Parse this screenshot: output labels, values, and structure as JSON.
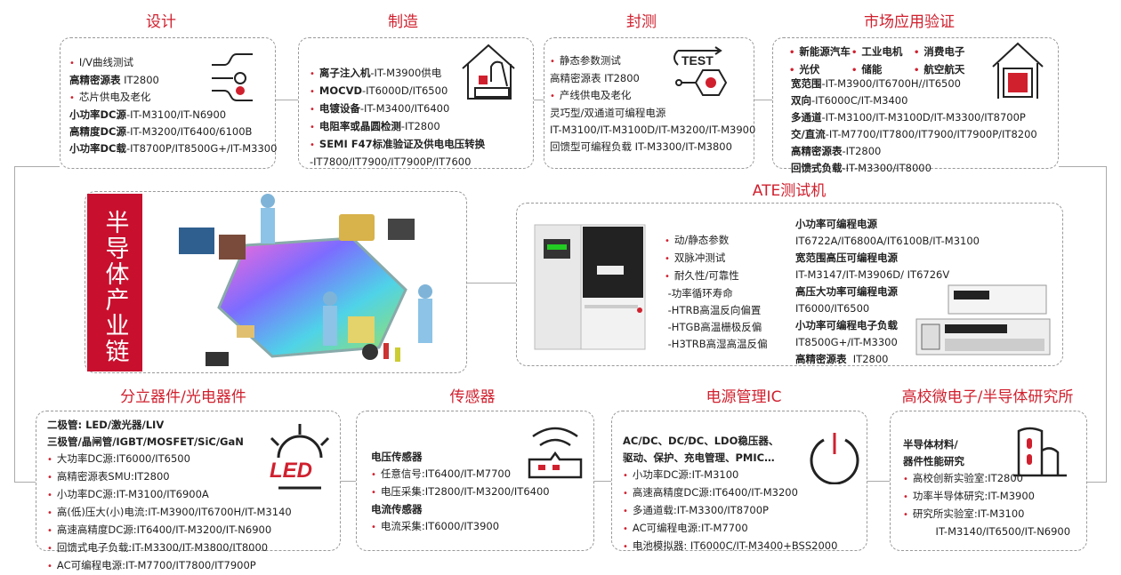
{
  "colors": {
    "accent": "#d0202e",
    "border": "#999999"
  },
  "side_label": "半导体产业链",
  "sections": {
    "design": {
      "title": "设计",
      "icon": "signal-lines-icon",
      "lines": [
        {
          "bullet": true,
          "t": "I/V曲线测试"
        },
        {
          "b": "高精密源表",
          "t": " IT2800"
        },
        {
          "bullet": true,
          "t": "芯片供电及老化"
        },
        {
          "b": "小功率DC源",
          "t": "-IT-M3100/IT-N6900"
        },
        {
          "b": "高精度DC源",
          "t": "-IT-M3200/IT6400/6100B"
        },
        {
          "b": "小功率DC载",
          "t": "-IT8700P/IT8500G+/IT-M3300"
        }
      ]
    },
    "manufacturing": {
      "title": "制造",
      "icon": "factory-icon",
      "lines": [
        {
          "bullet": true,
          "b": "离子注入机",
          "t": "-IT-M3900供电"
        },
        {
          "bullet": true,
          "b": "MOCVD",
          "t": "-IT6000D/IT6500"
        },
        {
          "bullet": true,
          "b": "电镀设备",
          "t": "-IT-M3400/IT6400"
        },
        {
          "bullet": true,
          "b": "电阻率或晶圆检测",
          "t": "-IT2800"
        },
        {
          "bullet": true,
          "b": "SEMI F47标准验证及供电电压转换"
        },
        {
          "t": "-IT7800/IT7900/IT7900P/IT7600"
        }
      ]
    },
    "packaging_test": {
      "title": "封测",
      "icon": "test-icon",
      "icon_text": "TEST",
      "lines": [
        {
          "bullet": true,
          "t": "静态参数测试"
        },
        {
          "t": "高精密源表 IT2800"
        },
        {
          "bullet": true,
          "t": "产线供电及老化"
        },
        {
          "t": "灵巧型/双通道可编程电源"
        },
        {
          "t": "IT-M3100/IT-M3100D/IT-M3200/IT-M3900"
        },
        {
          "t": "回馈型可编程负载 IT-M3300/IT-M3800"
        }
      ]
    },
    "market": {
      "title": "市场应用验证",
      "icon": "chip-house-icon",
      "tags": [
        "新能源汽车",
        "工业电机",
        "消费电子",
        "光伏",
        "储能",
        "航空航天"
      ],
      "lines": [
        {
          "b": "宽范围",
          "t": "-IT-M3900/IT6700H//IT6500"
        },
        {
          "b": "双向",
          "t": "-IT6000C/IT-M3400"
        },
        {
          "b": "多通道",
          "t": "-IT-M3100/IT-M3100D/IT-M3300/IT8700P"
        },
        {
          "b": "交/直流",
          "t": "-IT-M7700/IT7800/IT7900/IT7900P/IT8200"
        },
        {
          "b": "高精密源表",
          "t": "-IT2800"
        },
        {
          "b": "回馈式负载",
          "t": "-IT-M3300/IT8000"
        }
      ]
    },
    "ate": {
      "title": "ATE测试机",
      "left": [
        {
          "bullet": true,
          "t": "动/静态参数"
        },
        {
          "bullet": true,
          "t": "双脉冲测试"
        },
        {
          "bullet": true,
          "t": "耐久性/可靠性"
        },
        {
          "t": " -功率循环寿命"
        },
        {
          "t": " -HTRB高温反向偏置"
        },
        {
          "t": " -HTGB高温栅极反偏"
        },
        {
          "t": " -H3TRB高湿高温反偏"
        }
      ],
      "right": [
        {
          "b": "小功率可编程电源"
        },
        {
          "t": "IT6722A/IT6800A/IT6100B/IT-M3100"
        },
        {
          "b": "宽范围高压可编程电源"
        },
        {
          "t": "IT-M3147/IT-M3906D/ IT6726V"
        },
        {
          "b": "高压大功率可编程电源"
        },
        {
          "t": "IT6000/IT6500"
        },
        {
          "b": "小功率可编程电子负载"
        },
        {
          "t": "IT8500G+/IT-M3300"
        },
        {
          "b": "高精密源表",
          "t": "  IT2800"
        }
      ]
    },
    "discrete": {
      "title": "分立器件/光电器件",
      "icon": "led-icon",
      "icon_text": "LED",
      "lines": [
        {
          "b": "二极管: LED/激光器/LIV"
        },
        {
          "b": "三极管/晶闸管/IGBT/MOSFET/SiC/GaN"
        },
        {
          "bullet": true,
          "t": "大功率DC源:IT6000/IT6500"
        },
        {
          "bullet": true,
          "t": "高精密源表SMU:IT2800"
        },
        {
          "bullet": true,
          "t": "小功率DC源:IT-M3100/IT6900A"
        },
        {
          "bullet": true,
          "t": "高(低)压大(小)电流:IT-M3900/IT6700H/IT-M3140"
        },
        {
          "bullet": true,
          "t": "高速高精度DC源:IT6400/IT-M3200/IT-N6900"
        },
        {
          "bullet": true,
          "t": "回馈式电子负载:IT-M3300/IT-M3800/IT8000"
        },
        {
          "bullet": true,
          "t": "AC可编程电源:IT-M7700/IT7800/IT7900P"
        }
      ]
    },
    "sensor": {
      "title": "传感器",
      "icon": "wireless-sensor-icon",
      "lines": [
        {
          "b": "电压传感器"
        },
        {
          "bullet": true,
          "t": "任意信号:IT6400/IT-M7700"
        },
        {
          "bullet": true,
          "t": "电压采集:IT2800/IT-M3200/IT6400"
        },
        {
          "b": "电流传感器"
        },
        {
          "bullet": true,
          "t": "电流采集:IT6000/IT3900"
        }
      ]
    },
    "pmic": {
      "title": "电源管理IC",
      "icon": "power-icon",
      "lines": [
        {
          "b": "AC/DC、DC/DC、LDO稳压器、"
        },
        {
          "b": "驱动、保护、充电管理、PMIC…"
        },
        {
          "bullet": true,
          "t": "小功率DC源:IT-M3100"
        },
        {
          "bullet": true,
          "t": "高速高精度DC源:IT6400/IT-M3200"
        },
        {
          "bullet": true,
          "t": "多通道载:IT-M3300/IT8700P"
        },
        {
          "bullet": true,
          "t": "AC可编程电源:IT-M7700"
        },
        {
          "bullet": true,
          "t": "电池模拟器: IT6000C/IT-M3400+BSS2000"
        }
      ]
    },
    "research": {
      "title": "高校微电子/半导体研究所",
      "icon": "building-icon",
      "lines": [
        {
          "b": "半导体材料/"
        },
        {
          "b": "器件性能研究"
        },
        {
          "bullet": true,
          "t": "高校创新实验室:IT2800"
        },
        {
          "bullet": true,
          "t": "功率半导体研究:IT-M3900"
        },
        {
          "bullet": true,
          "t": "研究所实验室:IT-M3100"
        },
        {
          "t": "          IT-M3140/IT6500/IT-N6900"
        }
      ]
    }
  }
}
